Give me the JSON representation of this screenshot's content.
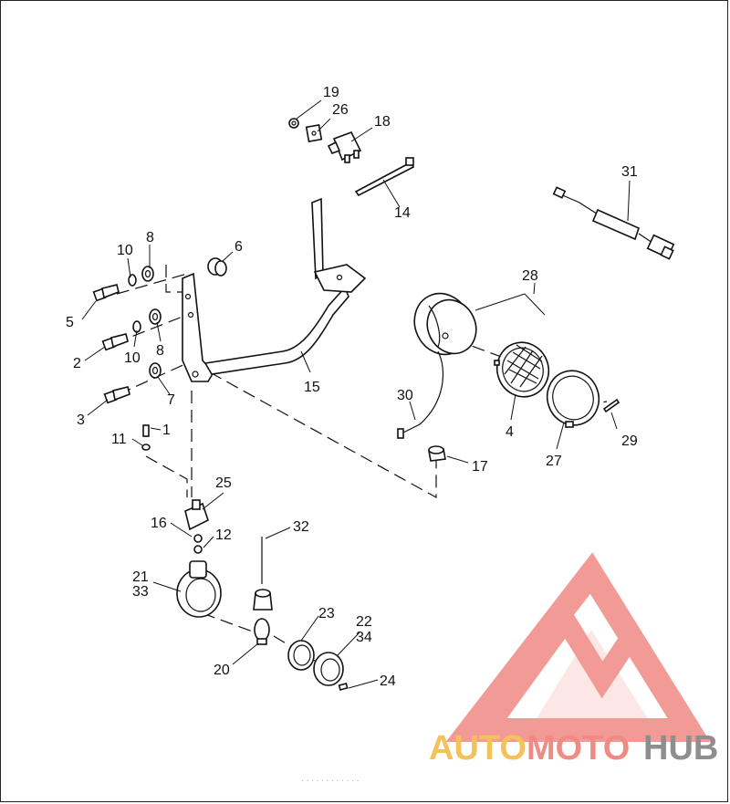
{
  "callouts": {
    "c1": "1",
    "c2": "2",
    "c3": "3",
    "c4": "4",
    "c5": "5",
    "c6": "6",
    "c7": "7",
    "c8a": "8",
    "c8b": "8",
    "c10a": "10",
    "c10b": "10",
    "c11": "11",
    "c12": "12",
    "c14": "14",
    "c15": "15",
    "c16": "16",
    "c17": "17",
    "c18": "18",
    "c19": "19",
    "c20": "20",
    "c21": "21",
    "c22": "22",
    "c23": "23",
    "c24": "24",
    "c25": "25",
    "c26": "26",
    "c27": "27",
    "c28": "28",
    "c29": "29",
    "c30": "30",
    "c31": "31",
    "c32": "32",
    "c33": "33",
    "c34": "34"
  },
  "watermark": {
    "part1": "AUTO",
    "part2": "MOTO",
    "part3": "HUB",
    "color_yellow": "#F5C25A",
    "color_red": "#F08A84",
    "color_gray": "#8E8E8E"
  },
  "footer_faint": "· · · · · · ·  ·  · · · ·"
}
